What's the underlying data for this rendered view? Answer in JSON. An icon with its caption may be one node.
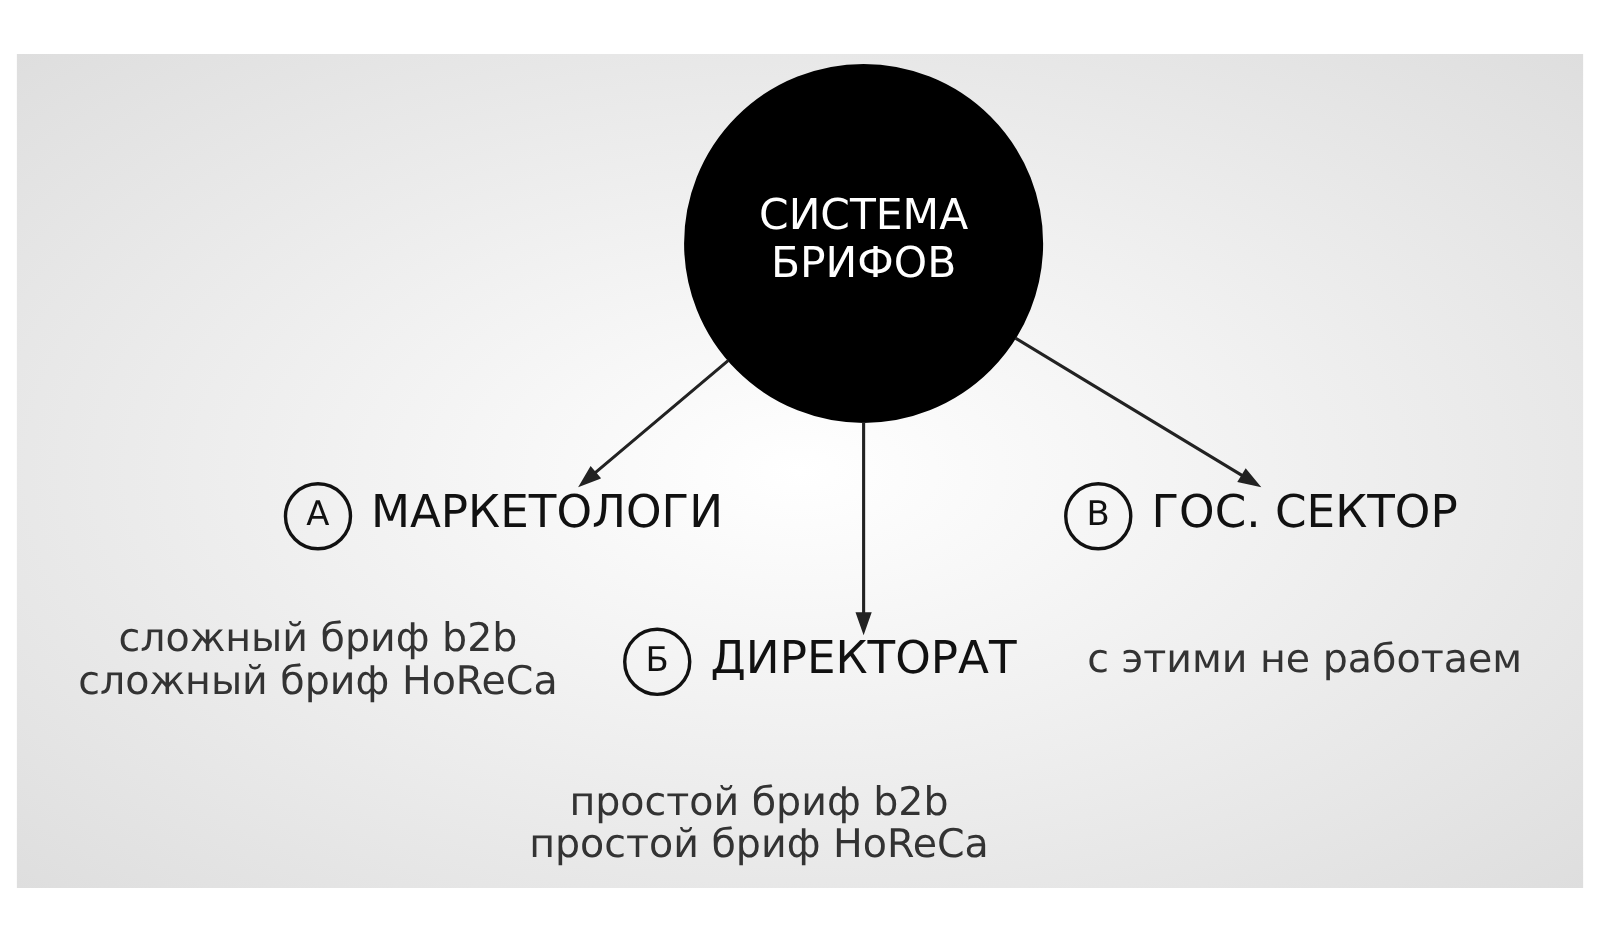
{
  "diagram": {
    "nodes": [
      {
        "text": [
          "СИСТЕМА БРИФОВ"
        ]
      },
      {
        "text": [
          "А"
        ]
      },
      {
        "text": [
          "МАРКЕТОЛОГИ"
        ],
        "beside": [
          "сложный бриф b2b",
          "сложный бриф HoReCa"
        ]
      },
      {
        "text": [
          "Б"
        ]
      },
      {
        "text": [
          "ДИРЕКТОРАТ"
        ],
        "beside": [
          "простой бриф b2b",
          "простой бриф HoReCa"
        ]
      },
      {
        "text": [
          "В"
        ]
      },
      {
        "text": [
          "ГОС. СЕКТОР"
        ],
        "beside": [
          "с этими не работаем"
        ]
      }
    ],
    "edges": [
      {
        "from": 0,
        "to": 2,
        "arrow": "to"
      },
      {
        "from": 0,
        "to": 4,
        "arrow": "to"
      },
      {
        "from": 0,
        "to": 6,
        "arrow": "to"
      }
    ]
  }
}
